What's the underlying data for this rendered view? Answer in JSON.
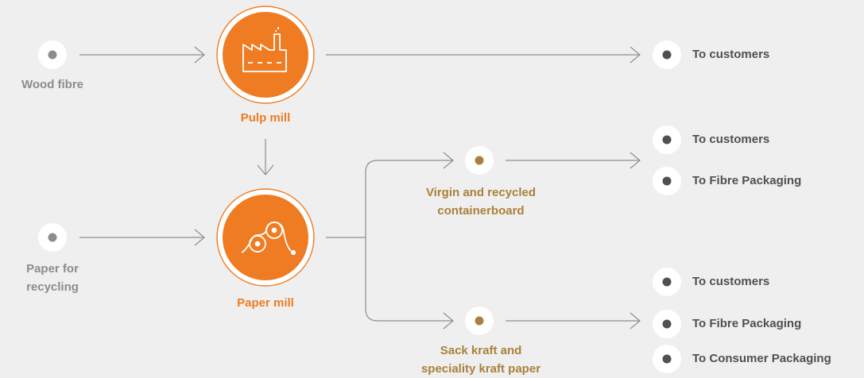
{
  "colors": {
    "background": "#efefef",
    "mill_orange": "#ef7c22",
    "product_gold": "#a9813a",
    "input_grey": "#8c8c8c",
    "text_dark": "#505050",
    "line_grey": "#8e8e8e"
  },
  "inputs": {
    "wood_fibre": "Wood fibre",
    "paper_for_recycling": [
      "Paper for",
      "recycling"
    ]
  },
  "mills": {
    "pulp_mill": {
      "label": "Pulp mill",
      "icon": "factory-icon"
    },
    "paper_mill": {
      "label": "Paper mill",
      "icon": "paper-rollers-icon"
    }
  },
  "products": {
    "containerboard": [
      "Virgin and recycled",
      "containerboard"
    ],
    "sack_kraft": [
      "Sack kraft and",
      "speciality kraft paper"
    ]
  },
  "destinations": {
    "pulp": [
      "To customers"
    ],
    "containerboard": [
      "To customers",
      "To Fibre Packaging"
    ],
    "sack_kraft": [
      "To customers",
      "To Fibre Packaging",
      "To Consumer Packaging"
    ]
  }
}
